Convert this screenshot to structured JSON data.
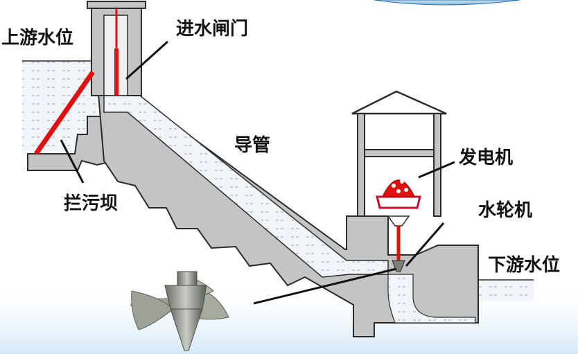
{
  "labels": {
    "upstream_level": "上游水位",
    "intake_gate": "进水闸门",
    "penstock": "导管",
    "trash_dam": "拦污坝",
    "generator": "发电机",
    "turbine": "水轮机",
    "downstream_level": "下游水位"
  },
  "colors": {
    "concrete": "#c4c4c4",
    "concrete_edge": "#2a2a2a",
    "water": "#f1f4f9",
    "water_lines": "#9aa6b6",
    "highlight_red": "#e01010",
    "label_text": "#111111",
    "bottom_band": "#dfeefa"
  }
}
